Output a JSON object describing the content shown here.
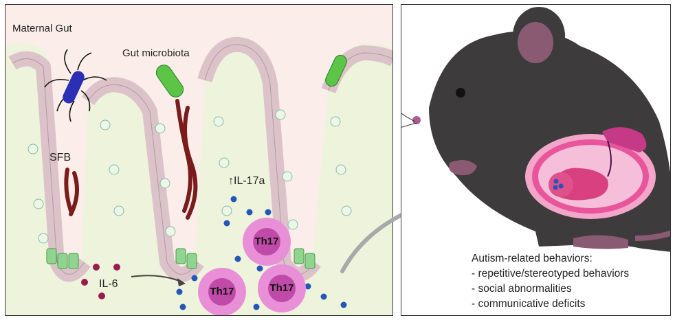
{
  "left_panel": {
    "title": "Maternal Gut",
    "microbiota_label": "Gut microbiota",
    "sfb_label": "SFB",
    "il17_label": "IL-17a",
    "il17_arrow": "↑",
    "il6_label": "IL-6",
    "th17_cells": [
      "Th17",
      "Th17",
      "Th17"
    ]
  },
  "right_panel": {
    "behaviors_title": "Autism-related behaviors:",
    "behaviors": [
      "- repetitive/stereotyped behaviors",
      "- social abnormalities",
      "- communicative deficits"
    ]
  },
  "colors": {
    "villus_fill": "#eef3dc",
    "epithelium": "#ddc6cc",
    "th17_outer": "#e98fd8",
    "th17_inner": "#c04aa8",
    "il6_dot": "#9b1b4d",
    "il17_dot": "#2456b8",
    "sfb": "#7a1c1c",
    "mouse": "#3e3b3d",
    "uterus": "#e8559c"
  }
}
